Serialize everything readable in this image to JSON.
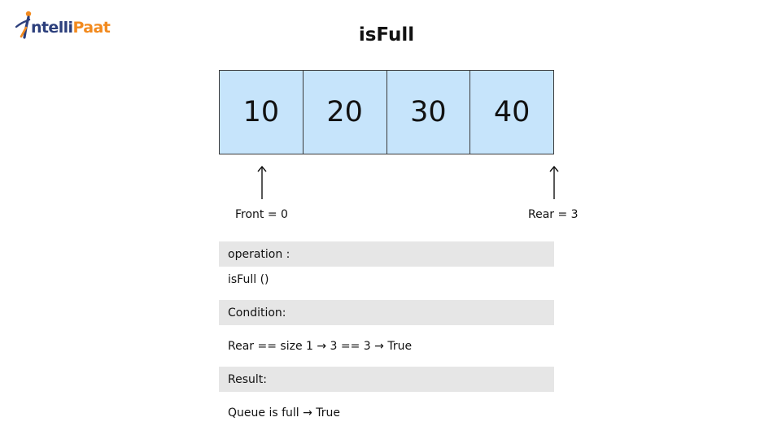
{
  "brand": {
    "logo_text_a": "ntelli",
    "logo_text_b": "Paat",
    "color_primary": "#2c3f7c",
    "color_accent": "#f28a1e"
  },
  "title": "isFull",
  "queue": {
    "cells": [
      "10",
      "20",
      "30",
      "40"
    ],
    "cell_color": "#c6e4fb"
  },
  "pointers": {
    "front_label": "Front = 0",
    "rear_label": "Rear = 3"
  },
  "steps": [
    {
      "heading": "operation :",
      "text": "isFull ()"
    },
    {
      "heading": "Condition:",
      "text": "Rear == size 1 → 3 == 3 → True"
    },
    {
      "heading": "Result:",
      "text": "Queue is full → True"
    }
  ]
}
